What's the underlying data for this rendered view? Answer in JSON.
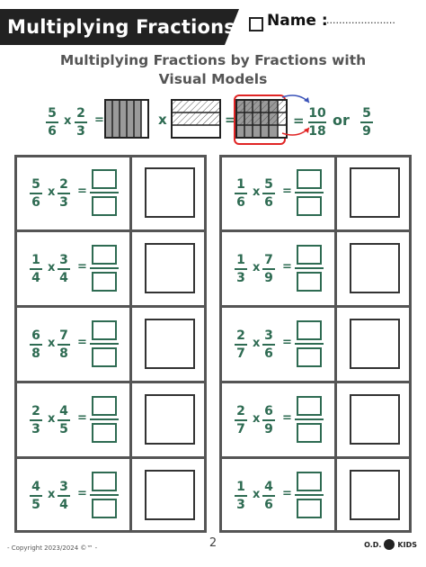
{
  "header": {
    "title": "Multiplying Fractions",
    "name_label": "Name :",
    "name_dots": "......................"
  },
  "subtitle": {
    "line1": "Multiplying Fractions by Fractions with",
    "line2": "Visual Models"
  },
  "example": {
    "a": {
      "num": "5",
      "den": "6"
    },
    "b": {
      "num": "2",
      "den": "3"
    },
    "times": "x",
    "equals": "=",
    "result": {
      "num": "10",
      "den": "18"
    },
    "or": "or",
    "simplified": {
      "num": "5",
      "den": "9"
    }
  },
  "problems": [
    {
      "a": {
        "num": "5",
        "den": "6"
      },
      "b": {
        "num": "2",
        "den": "3"
      }
    },
    {
      "a": {
        "num": "1",
        "den": "6"
      },
      "b": {
        "num": "5",
        "den": "6"
      }
    },
    {
      "a": {
        "num": "1",
        "den": "4"
      },
      "b": {
        "num": "3",
        "den": "4"
      }
    },
    {
      "a": {
        "num": "1",
        "den": "3"
      },
      "b": {
        "num": "7",
        "den": "9"
      }
    },
    {
      "a": {
        "num": "6",
        "den": "8"
      },
      "b": {
        "num": "7",
        "den": "8"
      }
    },
    {
      "a": {
        "num": "2",
        "den": "7"
      },
      "b": {
        "num": "3",
        "den": "6"
      }
    },
    {
      "a": {
        "num": "2",
        "den": "3"
      },
      "b": {
        "num": "4",
        "den": "5"
      }
    },
    {
      "a": {
        "num": "2",
        "den": "7"
      },
      "b": {
        "num": "6",
        "den": "9"
      }
    },
    {
      "a": {
        "num": "4",
        "den": "5"
      },
      "b": {
        "num": "3",
        "den": "4"
      }
    },
    {
      "a": {
        "num": "1",
        "den": "3"
      },
      "b": {
        "num": "4",
        "den": "6"
      }
    }
  ],
  "symbols": {
    "times": "x",
    "equals": "="
  },
  "footer": {
    "copyright": "- Copyright 2023/2024 ©™ -",
    "page": "2",
    "logo_prefix": "O.D.",
    "logo_suffix": "KIDS"
  },
  "colors": {
    "accent": "#2e6b52",
    "header": "#222222",
    "highlight": "#e02424"
  }
}
